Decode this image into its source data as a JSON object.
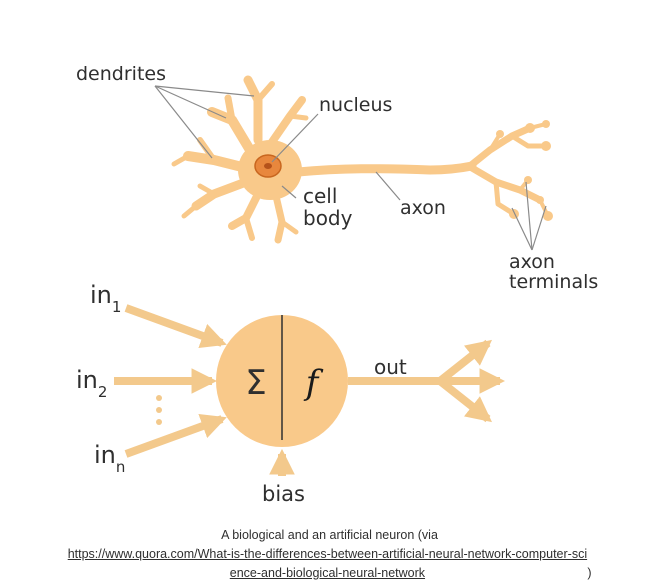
{
  "neuron": {
    "dendrites": "dendrites",
    "nucleus": "nucleus",
    "cell_body_line1": "cell",
    "cell_body_line2": "body",
    "axon": "axon",
    "terminals_line1": "axon",
    "terminals_line2": "terminals"
  },
  "perceptron": {
    "in": "in",
    "sub_1": "1",
    "sub_2": "2",
    "sub_n": "n",
    "sum_symbol": "Σ",
    "func_symbol": "f",
    "out": "out",
    "bias": "bias"
  },
  "caption": {
    "text": "A biological and an artificial neuron (via ",
    "link": "https://www.quora.com/What-is-the-differences-between-artificial-neural-network-computer-science-and-biological-neural-network",
    "close": ")"
  },
  "colors": {
    "cell": "#f9c98a",
    "cell_outline": "#e9a65c",
    "nucleus": "#e8873d",
    "arrow": "#f3c98c",
    "leader_line": "#8a8a8a"
  }
}
